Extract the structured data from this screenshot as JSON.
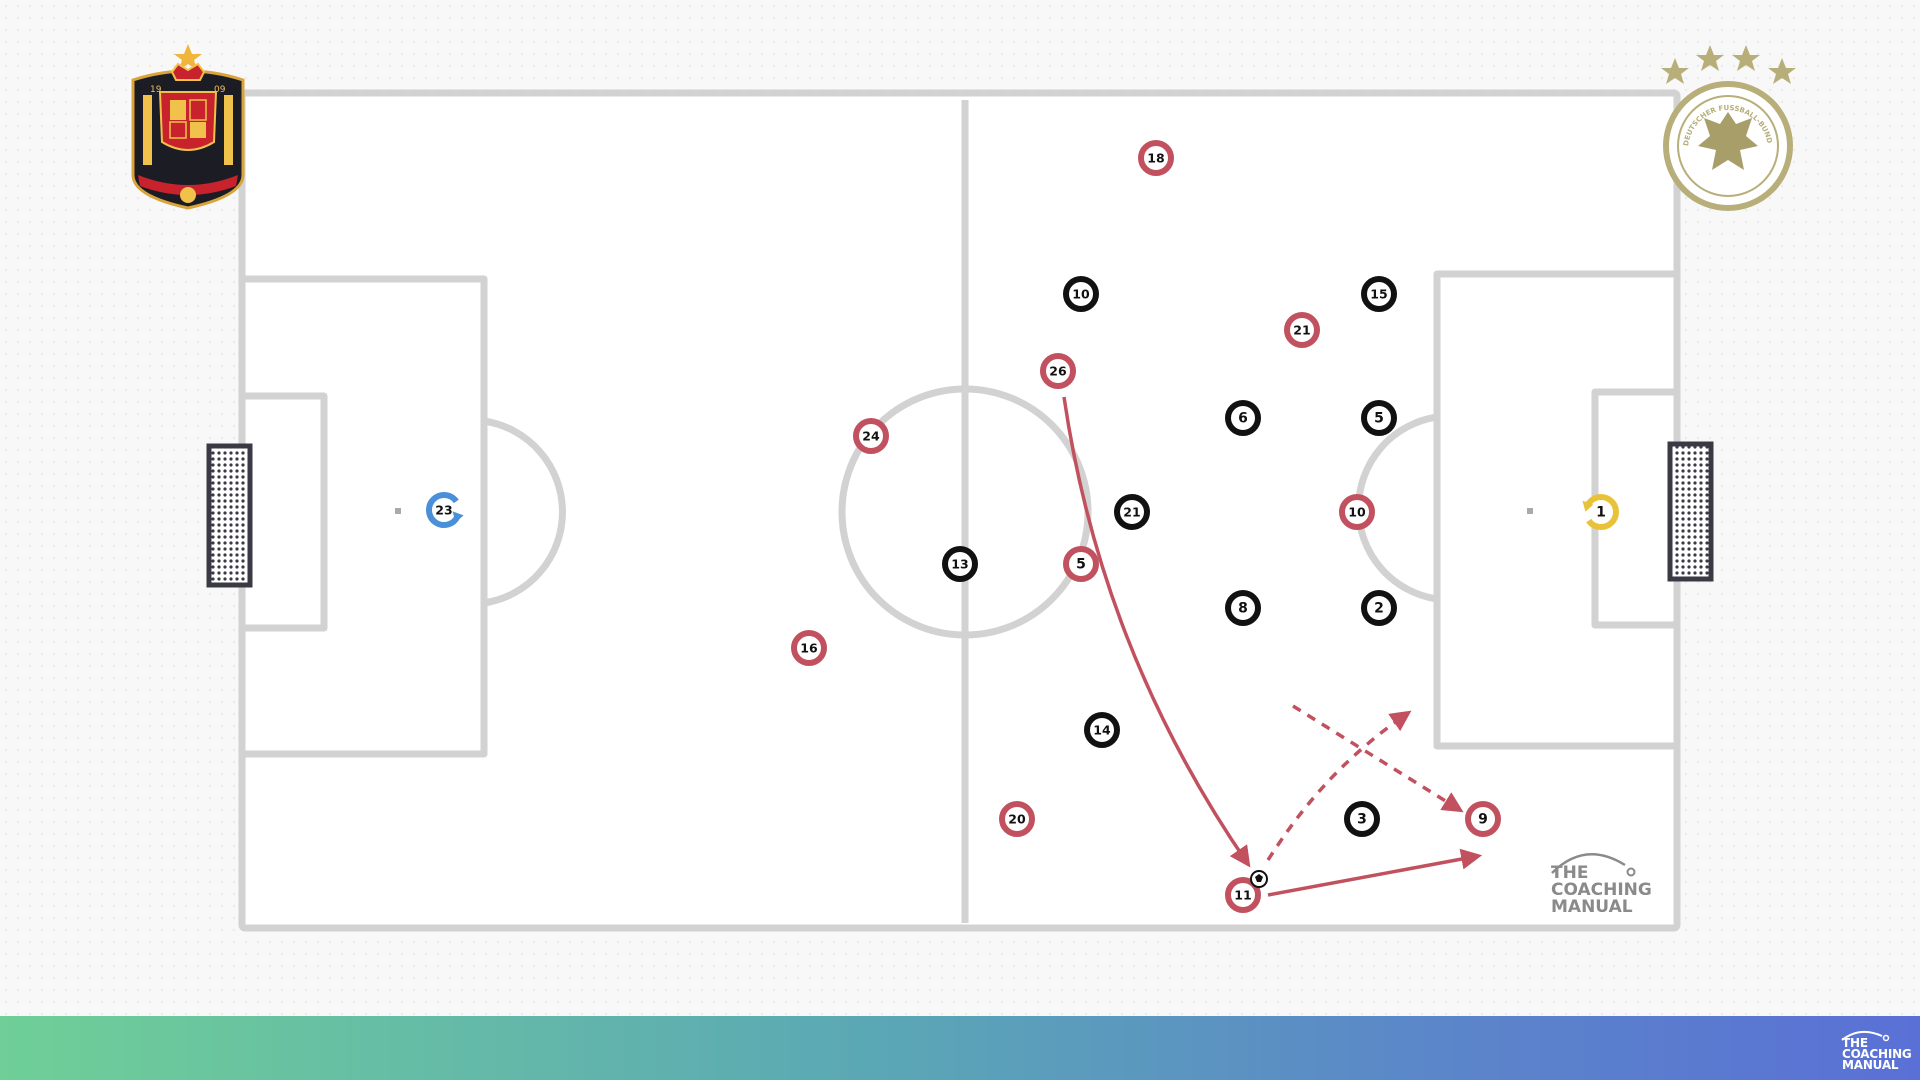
{
  "colors": {
    "spain_player": "#c2515f",
    "germany_player": "#111111",
    "spain_keeper": "#4a90d9",
    "germany_keeper": "#e8c33a",
    "pitch_lines": "#d2d2d2",
    "arrow": "#c2515f"
  },
  "crests": {
    "left": {
      "team": "Spain",
      "icon": "spain-crest-icon",
      "year_left": "19",
      "year_right": "09",
      "stars": 1
    },
    "right": {
      "team": "Germany",
      "icon": "germany-crest-icon",
      "ring_text": "DEUTSCHER FUSSBALL-BUND",
      "stars": 4
    }
  },
  "watermark": {
    "line1": "THE",
    "line2": "COACHING",
    "line3": "MANUAL"
  },
  "corner_logo": {
    "line1": "THE",
    "line2": "COACHING",
    "line3": "MANUAL"
  },
  "players": {
    "spain": [
      {
        "id": "s-23",
        "label": "23",
        "role": "goalkeeper"
      },
      {
        "id": "s-18",
        "label": "18"
      },
      {
        "id": "s-26",
        "label": "26"
      },
      {
        "id": "s-21",
        "label": "21"
      },
      {
        "id": "s-24",
        "label": "24"
      },
      {
        "id": "s-5",
        "label": "5"
      },
      {
        "id": "s-10",
        "label": "10"
      },
      {
        "id": "s-16",
        "label": "16"
      },
      {
        "id": "s-20",
        "label": "20"
      },
      {
        "id": "s-11",
        "label": "11",
        "has_ball": true
      },
      {
        "id": "s-9",
        "label": "9"
      }
    ],
    "germany": [
      {
        "id": "g-1",
        "label": "1",
        "role": "goalkeeper"
      },
      {
        "id": "g-10",
        "label": "10"
      },
      {
        "id": "g-15",
        "label": "15"
      },
      {
        "id": "g-6",
        "label": "6"
      },
      {
        "id": "g-5",
        "label": "5"
      },
      {
        "id": "g-21",
        "label": "21"
      },
      {
        "id": "g-13",
        "label": "13"
      },
      {
        "id": "g-8",
        "label": "8"
      },
      {
        "id": "g-2",
        "label": "2"
      },
      {
        "id": "g-14",
        "label": "14"
      },
      {
        "id": "g-3",
        "label": "3"
      }
    ]
  },
  "movements": [
    {
      "id": "pass-26-to-11",
      "kind": "pass",
      "style": "solid",
      "from": "s-26",
      "to": "s-11"
    },
    {
      "id": "pass-11-to-9",
      "kind": "pass",
      "style": "solid",
      "from": "s-11",
      "to": "s-9"
    },
    {
      "id": "run-11-forward",
      "kind": "run",
      "style": "dashed",
      "from": "s-11"
    },
    {
      "id": "run-9-diagonal",
      "kind": "run",
      "style": "dashed",
      "to": "s-9"
    }
  ]
}
